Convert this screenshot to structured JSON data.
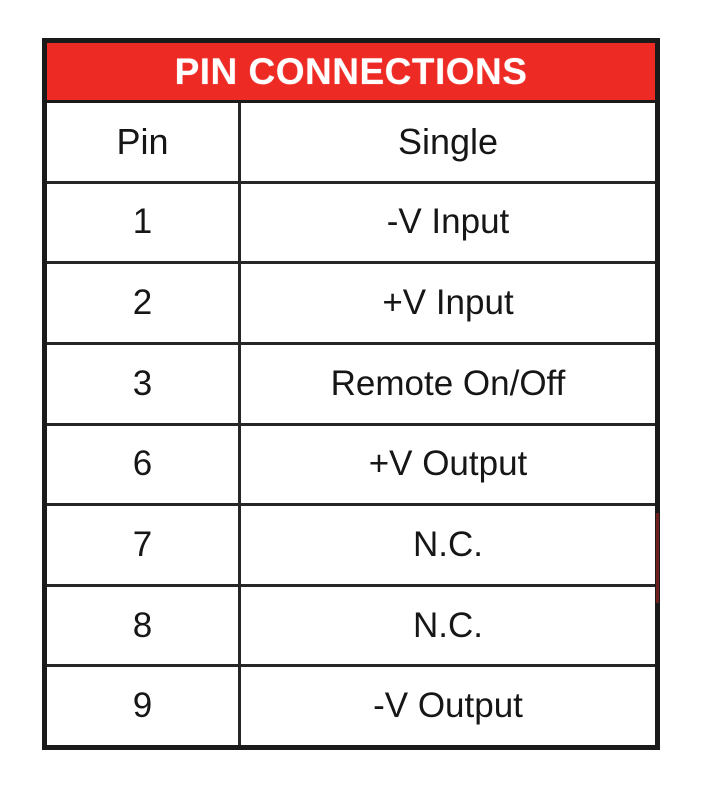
{
  "table": {
    "title": "PIN CONNECTIONS",
    "title_background_color": "#ee2a24",
    "title_text_color": "#ffffff",
    "border_color": "#1a1a1a",
    "columns": [
      {
        "key": "pin",
        "label": "Pin"
      },
      {
        "key": "signal",
        "label": "Single"
      }
    ],
    "rows": [
      {
        "pin": "1",
        "signal": "-V Input"
      },
      {
        "pin": "2",
        "signal": "+V Input"
      },
      {
        "pin": "3",
        "signal": "Remote On/Off"
      },
      {
        "pin": "6",
        "signal": "+V Output"
      },
      {
        "pin": "7",
        "signal": "N.C."
      },
      {
        "pin": "8",
        "signal": "N.C."
      },
      {
        "pin": "9",
        "signal": "-V Output"
      }
    ]
  }
}
